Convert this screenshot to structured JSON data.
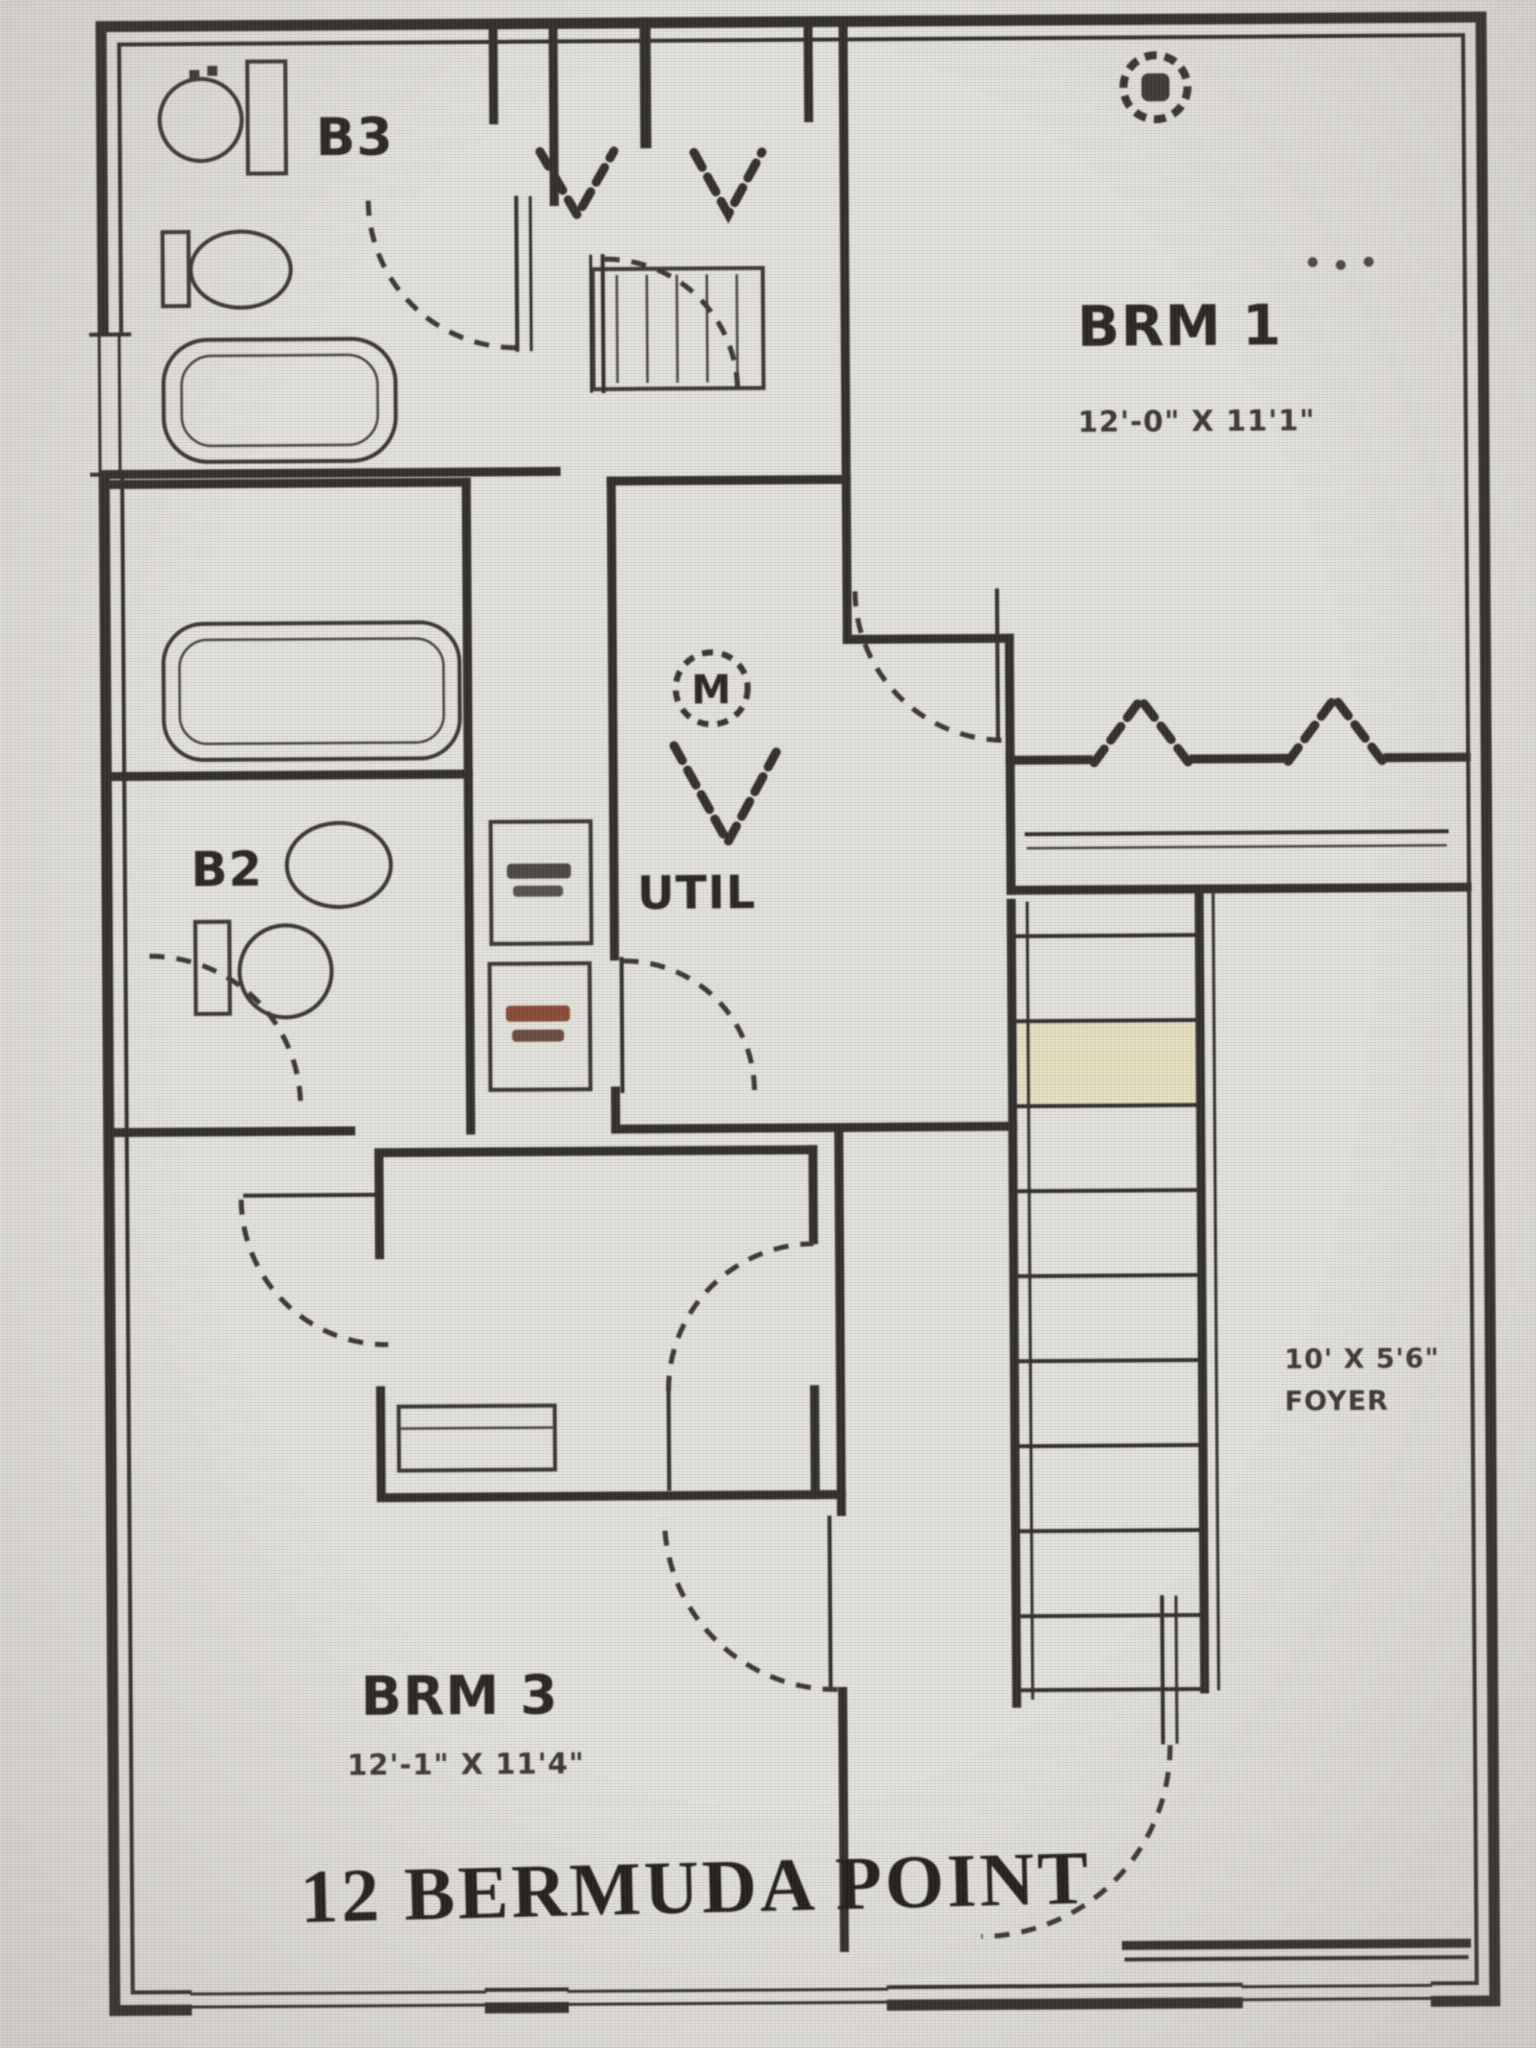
{
  "floorplan": {
    "title": "12 BERMUDA POINT",
    "rooms": {
      "bedroom1_label": "BRM 1",
      "bedroom1_dim": "12'-0\" X 11'1\"",
      "bedroom3_label": "BRM 3",
      "bedroom3_dim": "12'-1\" X 11'4\"",
      "bath2_label": "B2",
      "bath3_label": "B3",
      "utility_label": "UTIL",
      "foyer_dim": "10' X 5'6\"",
      "foyer_label": "FOYER"
    },
    "symbols": {
      "meter_letter": "M"
    },
    "colors": {
      "photo_background": "#d8d5d0",
      "paper": "#e7e5e0",
      "ink": "#2e2b28",
      "stair_highlight": "#eae3bd",
      "dryer_text_tint": "#8a4a33"
    }
  }
}
